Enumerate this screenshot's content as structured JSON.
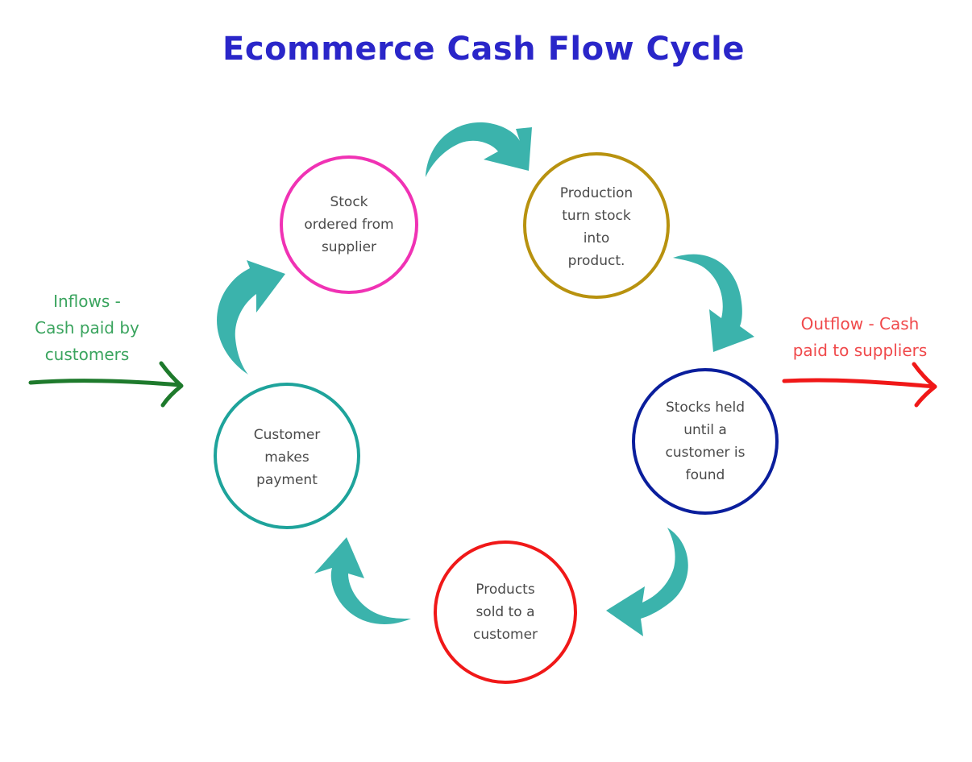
{
  "title": "Ecommerce Cash Flow Cycle",
  "colors": {
    "title": "#2a26c9",
    "arrow": "#3bb3ac",
    "inflow": "#1e7a2c",
    "outflow": "#f01818"
  },
  "nodes": [
    {
      "id": "stock-ordered",
      "text": "Stock\nordered from\nsupplier",
      "color": "#f032b4"
    },
    {
      "id": "production",
      "text": "Production\nturn stock\ninto\nproduct.",
      "color": "#b8920f"
    },
    {
      "id": "stocks-held",
      "text": "Stocks held\nuntil a\ncustomer is\nfound",
      "color": "#0a1e9c"
    },
    {
      "id": "products-sold",
      "text": "Products\nsold to a\ncustomer",
      "color": "#f01818"
    },
    {
      "id": "customer-payment",
      "text": "Customer\nmakes\npayment",
      "color": "#1ea39b"
    }
  ],
  "flows": {
    "inflow": {
      "text": "Inflows -\nCash paid by\ncustomers",
      "direction": "in"
    },
    "outflow": {
      "text": "Outflow - Cash\npaid to suppliers",
      "direction": "out"
    }
  }
}
